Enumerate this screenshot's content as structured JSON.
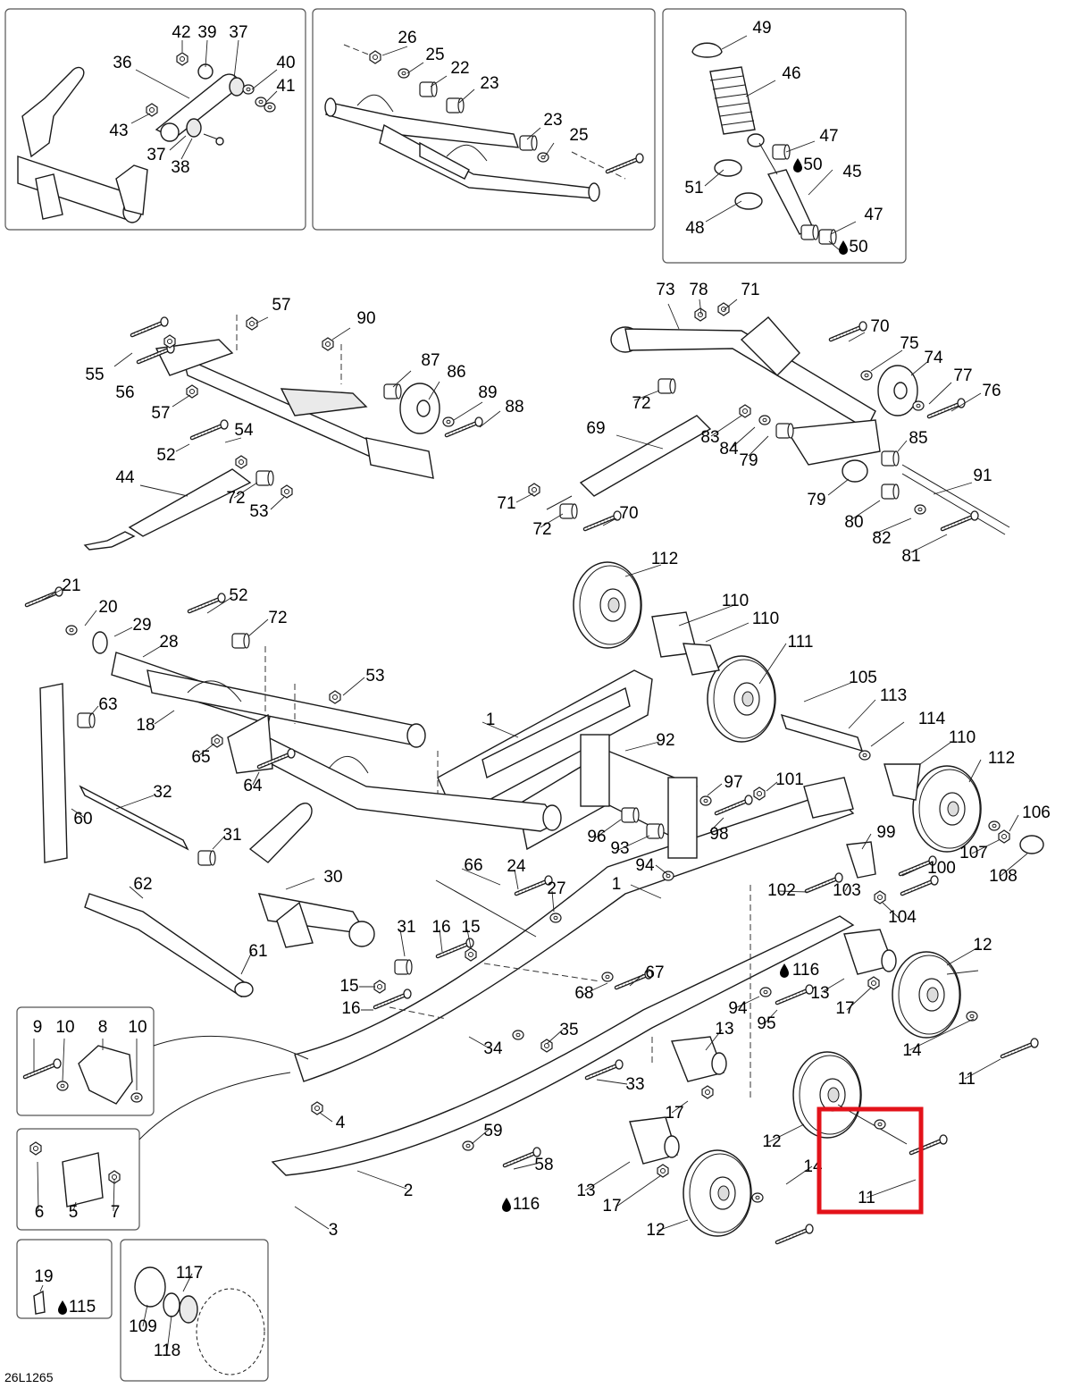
{
  "diagram_code": "26L1265",
  "highlight": {
    "color": "#e3121a",
    "part_number": "11"
  },
  "lube_symbol": "oil-drop-icon",
  "callouts": [
    {
      "id": "c42",
      "text": "42"
    },
    {
      "id": "c39",
      "text": "39"
    },
    {
      "id": "c37a",
      "text": "37"
    },
    {
      "id": "c36",
      "text": "36"
    },
    {
      "id": "c40",
      "text": "40"
    },
    {
      "id": "c41",
      "text": "41"
    },
    {
      "id": "c43",
      "text": "43"
    },
    {
      "id": "c37b",
      "text": "37"
    },
    {
      "id": "c38",
      "text": "38"
    },
    {
      "id": "c26",
      "text": "26"
    },
    {
      "id": "c25a",
      "text": "25"
    },
    {
      "id": "c22",
      "text": "22"
    },
    {
      "id": "c23a",
      "text": "23"
    },
    {
      "id": "c23b",
      "text": "23"
    },
    {
      "id": "c25b",
      "text": "25"
    },
    {
      "id": "c49",
      "text": "49"
    },
    {
      "id": "c46",
      "text": "46"
    },
    {
      "id": "c47a",
      "text": "47"
    },
    {
      "id": "c50a",
      "text": "50"
    },
    {
      "id": "c51",
      "text": "51"
    },
    {
      "id": "c45",
      "text": "45"
    },
    {
      "id": "c48",
      "text": "48"
    },
    {
      "id": "c47b",
      "text": "47"
    },
    {
      "id": "c50b",
      "text": "50"
    },
    {
      "id": "c57a",
      "text": "57"
    },
    {
      "id": "c90",
      "text": "90"
    },
    {
      "id": "c55",
      "text": "55"
    },
    {
      "id": "c87",
      "text": "87"
    },
    {
      "id": "c86",
      "text": "86"
    },
    {
      "id": "c56",
      "text": "56"
    },
    {
      "id": "c89",
      "text": "89"
    },
    {
      "id": "c88",
      "text": "88"
    },
    {
      "id": "c57b",
      "text": "57"
    },
    {
      "id": "c54",
      "text": "54"
    },
    {
      "id": "c52a",
      "text": "52"
    },
    {
      "id": "c44",
      "text": "44"
    },
    {
      "id": "c72a",
      "text": "72"
    },
    {
      "id": "c53a",
      "text": "53"
    },
    {
      "id": "c73",
      "text": "73"
    },
    {
      "id": "c78",
      "text": "78"
    },
    {
      "id": "c71a",
      "text": "71"
    },
    {
      "id": "c70a",
      "text": "70"
    },
    {
      "id": "c75",
      "text": "75"
    },
    {
      "id": "c74",
      "text": "74"
    },
    {
      "id": "c77",
      "text": "77"
    },
    {
      "id": "c76",
      "text": "76"
    },
    {
      "id": "c72b",
      "text": "72"
    },
    {
      "id": "c69",
      "text": "69"
    },
    {
      "id": "c83",
      "text": "83"
    },
    {
      "id": "c84",
      "text": "84"
    },
    {
      "id": "c79a",
      "text": "79"
    },
    {
      "id": "c85",
      "text": "85"
    },
    {
      "id": "c91",
      "text": "91"
    },
    {
      "id": "c79b",
      "text": "79"
    },
    {
      "id": "c71b",
      "text": "71"
    },
    {
      "id": "c80",
      "text": "80"
    },
    {
      "id": "c72c",
      "text": "72"
    },
    {
      "id": "c70b",
      "text": "70"
    },
    {
      "id": "c82",
      "text": "82"
    },
    {
      "id": "c81",
      "text": "81"
    },
    {
      "id": "c112a",
      "text": "112"
    },
    {
      "id": "c21",
      "text": "21"
    },
    {
      "id": "c52b",
      "text": "52"
    },
    {
      "id": "c110a",
      "text": "110"
    },
    {
      "id": "c20",
      "text": "20"
    },
    {
      "id": "c72d",
      "text": "72"
    },
    {
      "id": "c110b",
      "text": "110"
    },
    {
      "id": "c29",
      "text": "29"
    },
    {
      "id": "c28",
      "text": "28"
    },
    {
      "id": "c111",
      "text": "111"
    },
    {
      "id": "c105",
      "text": "105"
    },
    {
      "id": "c53b",
      "text": "53"
    },
    {
      "id": "c113",
      "text": "113"
    },
    {
      "id": "c63",
      "text": "63"
    },
    {
      "id": "c114",
      "text": "114"
    },
    {
      "id": "c1a",
      "text": "1"
    },
    {
      "id": "c18",
      "text": "18"
    },
    {
      "id": "c110c",
      "text": "110"
    },
    {
      "id": "c92",
      "text": "92"
    },
    {
      "id": "c112b",
      "text": "112"
    },
    {
      "id": "c65",
      "text": "65"
    },
    {
      "id": "c101",
      "text": "101"
    },
    {
      "id": "c97",
      "text": "97"
    },
    {
      "id": "c64",
      "text": "64"
    },
    {
      "id": "c32",
      "text": "32"
    },
    {
      "id": "c106",
      "text": "106"
    },
    {
      "id": "c60",
      "text": "60"
    },
    {
      "id": "c98",
      "text": "98"
    },
    {
      "id": "c99",
      "text": "99"
    },
    {
      "id": "c31a",
      "text": "31"
    },
    {
      "id": "c96",
      "text": "96"
    },
    {
      "id": "c93",
      "text": "93"
    },
    {
      "id": "c107",
      "text": "107"
    },
    {
      "id": "c94a",
      "text": "94"
    },
    {
      "id": "c66",
      "text": "66"
    },
    {
      "id": "c24",
      "text": "24"
    },
    {
      "id": "c108",
      "text": "108"
    },
    {
      "id": "c100",
      "text": "100"
    },
    {
      "id": "c30",
      "text": "30"
    },
    {
      "id": "c62",
      "text": "62"
    },
    {
      "id": "c1b",
      "text": "1"
    },
    {
      "id": "c27",
      "text": "27"
    },
    {
      "id": "c102",
      "text": "102"
    },
    {
      "id": "c103",
      "text": "103"
    },
    {
      "id": "c104",
      "text": "104"
    },
    {
      "id": "c31b",
      "text": "31"
    },
    {
      "id": "c16a",
      "text": "16"
    },
    {
      "id": "c15a",
      "text": "15"
    },
    {
      "id": "c12a",
      "text": "12"
    },
    {
      "id": "c61",
      "text": "61"
    },
    {
      "id": "c116a",
      "text": "116"
    },
    {
      "id": "c67",
      "text": "67"
    },
    {
      "id": "c15b",
      "text": "15"
    },
    {
      "id": "c68",
      "text": "68"
    },
    {
      "id": "c13a",
      "text": "13"
    },
    {
      "id": "c94b",
      "text": "94"
    },
    {
      "id": "c17a",
      "text": "17"
    },
    {
      "id": "c16b",
      "text": "16"
    },
    {
      "id": "c95",
      "text": "95"
    },
    {
      "id": "c9",
      "text": "9"
    },
    {
      "id": "c10a",
      "text": "10"
    },
    {
      "id": "c8",
      "text": "8"
    },
    {
      "id": "c10b",
      "text": "10"
    },
    {
      "id": "c35",
      "text": "35"
    },
    {
      "id": "c13b",
      "text": "13"
    },
    {
      "id": "c14a",
      "text": "14"
    },
    {
      "id": "c34",
      "text": "34"
    },
    {
      "id": "c11a",
      "text": "11"
    },
    {
      "id": "c33",
      "text": "33"
    },
    {
      "id": "c4",
      "text": "4"
    },
    {
      "id": "c17b",
      "text": "17"
    },
    {
      "id": "c12b",
      "text": "12"
    },
    {
      "id": "c14b",
      "text": "14"
    },
    {
      "id": "c59",
      "text": "59"
    },
    {
      "id": "c58",
      "text": "58"
    },
    {
      "id": "c6",
      "text": "6"
    },
    {
      "id": "c5",
      "text": "5"
    },
    {
      "id": "c7",
      "text": "7"
    },
    {
      "id": "c13c",
      "text": "13"
    },
    {
      "id": "c11b",
      "text": "11"
    },
    {
      "id": "c2",
      "text": "2"
    },
    {
      "id": "c116b",
      "text": "116"
    },
    {
      "id": "c17c",
      "text": "17"
    },
    {
      "id": "c12c",
      "text": "12"
    },
    {
      "id": "c3",
      "text": "3"
    },
    {
      "id": "c19",
      "text": "19"
    },
    {
      "id": "c115",
      "text": "115"
    },
    {
      "id": "c117",
      "text": "117"
    },
    {
      "id": "c109",
      "text": "109"
    },
    {
      "id": "c118",
      "text": "118"
    }
  ]
}
